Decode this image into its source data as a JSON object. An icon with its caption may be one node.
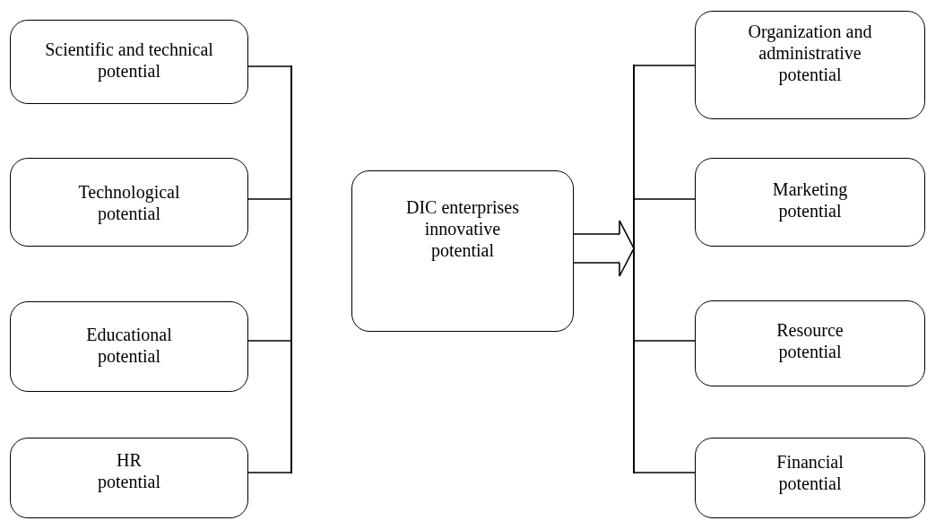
{
  "diagram": {
    "nodes": [
      {
        "text": [
          "Scientific and technical potential"
        ]
      },
      {
        "text": [
          "Technological potential"
        ]
      },
      {
        "text": [
          "Educational potential"
        ]
      },
      {
        "text": [
          "HR potential"
        ]
      },
      {
        "text": [
          "DIC enterprises innovative potential"
        ]
      },
      {
        "text": [
          "Organization and administrative potential"
        ]
      },
      {
        "text": [
          "Marketing potential"
        ]
      },
      {
        "text": [
          "Resource potential"
        ]
      },
      {
        "text": [
          "Financial potential"
        ]
      },
      {
        "text": [],
        "shape": "bar"
      },
      {
        "text": [],
        "shape": "bar"
      }
    ],
    "edges": [
      {
        "from": 0,
        "to": 9,
        "arrow": "none"
      },
      {
        "from": 1,
        "to": 9,
        "arrow": "none"
      },
      {
        "from": 2,
        "to": 9,
        "arrow": "none"
      },
      {
        "from": 3,
        "to": 9,
        "arrow": "none"
      },
      {
        "from": 4,
        "to": 10,
        "arrow": "to"
      },
      {
        "from": 10,
        "to": 5,
        "arrow": "none"
      },
      {
        "from": 10,
        "to": 6,
        "arrow": "none"
      },
      {
        "from": 10,
        "to": 7,
        "arrow": "none"
      },
      {
        "from": 10,
        "to": 8,
        "arrow": "none"
      }
    ]
  }
}
